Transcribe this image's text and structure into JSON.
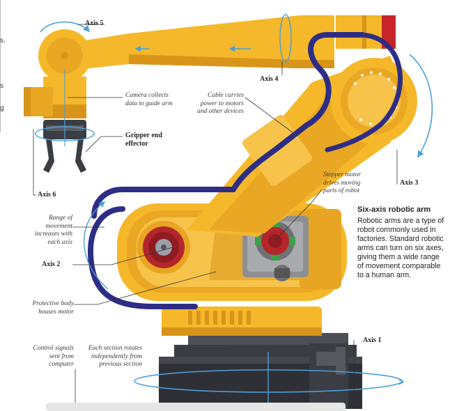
{
  "diagram": {
    "axes": {
      "axis1": "Axis 1",
      "axis2": "Axis 2",
      "axis3": "Axis 3",
      "axis4": "Axis 4",
      "axis5": "Axis 5",
      "axis6": "Axis 6"
    },
    "callouts": {
      "camera": [
        "Camera collects",
        "data to guide arm"
      ],
      "cable": [
        "Cable carries",
        "power to motors",
        "and other devices"
      ],
      "gripper": [
        "Gripper end",
        "effector"
      ],
      "stepper": [
        "Stepper motor",
        "drives moving",
        "parts of robot"
      ],
      "range": [
        "Range of",
        "movement",
        "increases with",
        "each axis"
      ],
      "body": [
        "Protective body",
        "houses motor"
      ],
      "control": [
        "Control signals",
        "sent from",
        "computer"
      ],
      "section": [
        "Each section rotates",
        "independently from",
        "previous section"
      ]
    },
    "panel": {
      "title": "Six-axis robotic arm",
      "body": "Robotic arms are a type of robot commonly used in factories. Standard robotic arms can turn on six axes, giving them a wide range of movement comparable to a human arm."
    },
    "edge_fragments": [
      "s.",
      "s",
      "g"
    ],
    "colors": {
      "yellow": "#f5b82a",
      "yellow_dark": "#d8951a",
      "cable": "#2e2d86",
      "base": "#3a3d44",
      "arrow": "#4a9fd8",
      "motor_red": "#b5262b",
      "grey_panel": "#8d8f92"
    }
  }
}
